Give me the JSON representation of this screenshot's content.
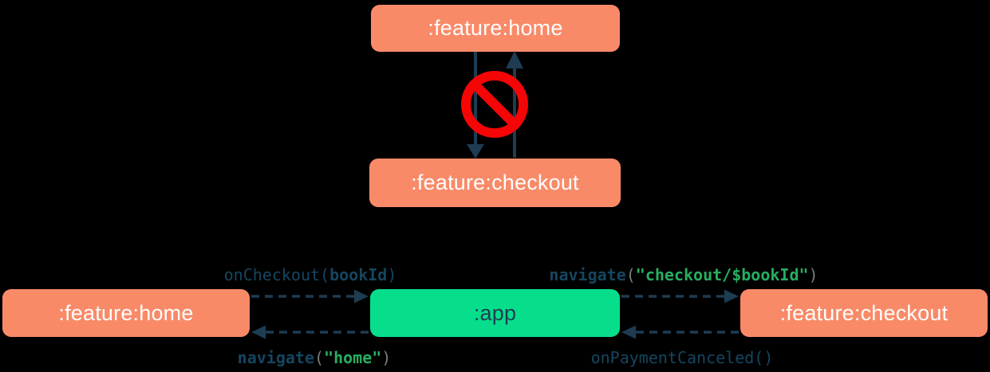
{
  "colors": {
    "background": "#000000",
    "module-box": "#F98A68",
    "app-box": "#06DE8C",
    "navy": "#1E3C52",
    "box-text": "#FDFDFD",
    "red": "#F50505",
    "code-navy": "#15465F",
    "code-green": "#27AE60",
    "code-gray": "#75817F"
  },
  "top_diagram": {
    "home_box_label": ":feature:home",
    "checkout_box_label": ":feature:checkout",
    "prohibition_icon": "no-entry-sign"
  },
  "bottom_diagram": {
    "home_box_label": ":feature:home",
    "app_box_label": ":app",
    "checkout_box_label": ":feature:checkout",
    "labels": {
      "on_checkout": {
        "fn": "onCheckout",
        "open": "(",
        "arg": "bookId",
        "close": ")"
      },
      "navigate_checkout": {
        "fn": "navigate",
        "open": "(",
        "string": "\"checkout/$bookId\"",
        "close": ")"
      },
      "navigate_home": {
        "fn": "navigate",
        "open": "(",
        "string": "\"home\"",
        "close": ")"
      },
      "on_payment_canceled": {
        "fn": "onPaymentCanceled",
        "parens": "()"
      }
    }
  }
}
